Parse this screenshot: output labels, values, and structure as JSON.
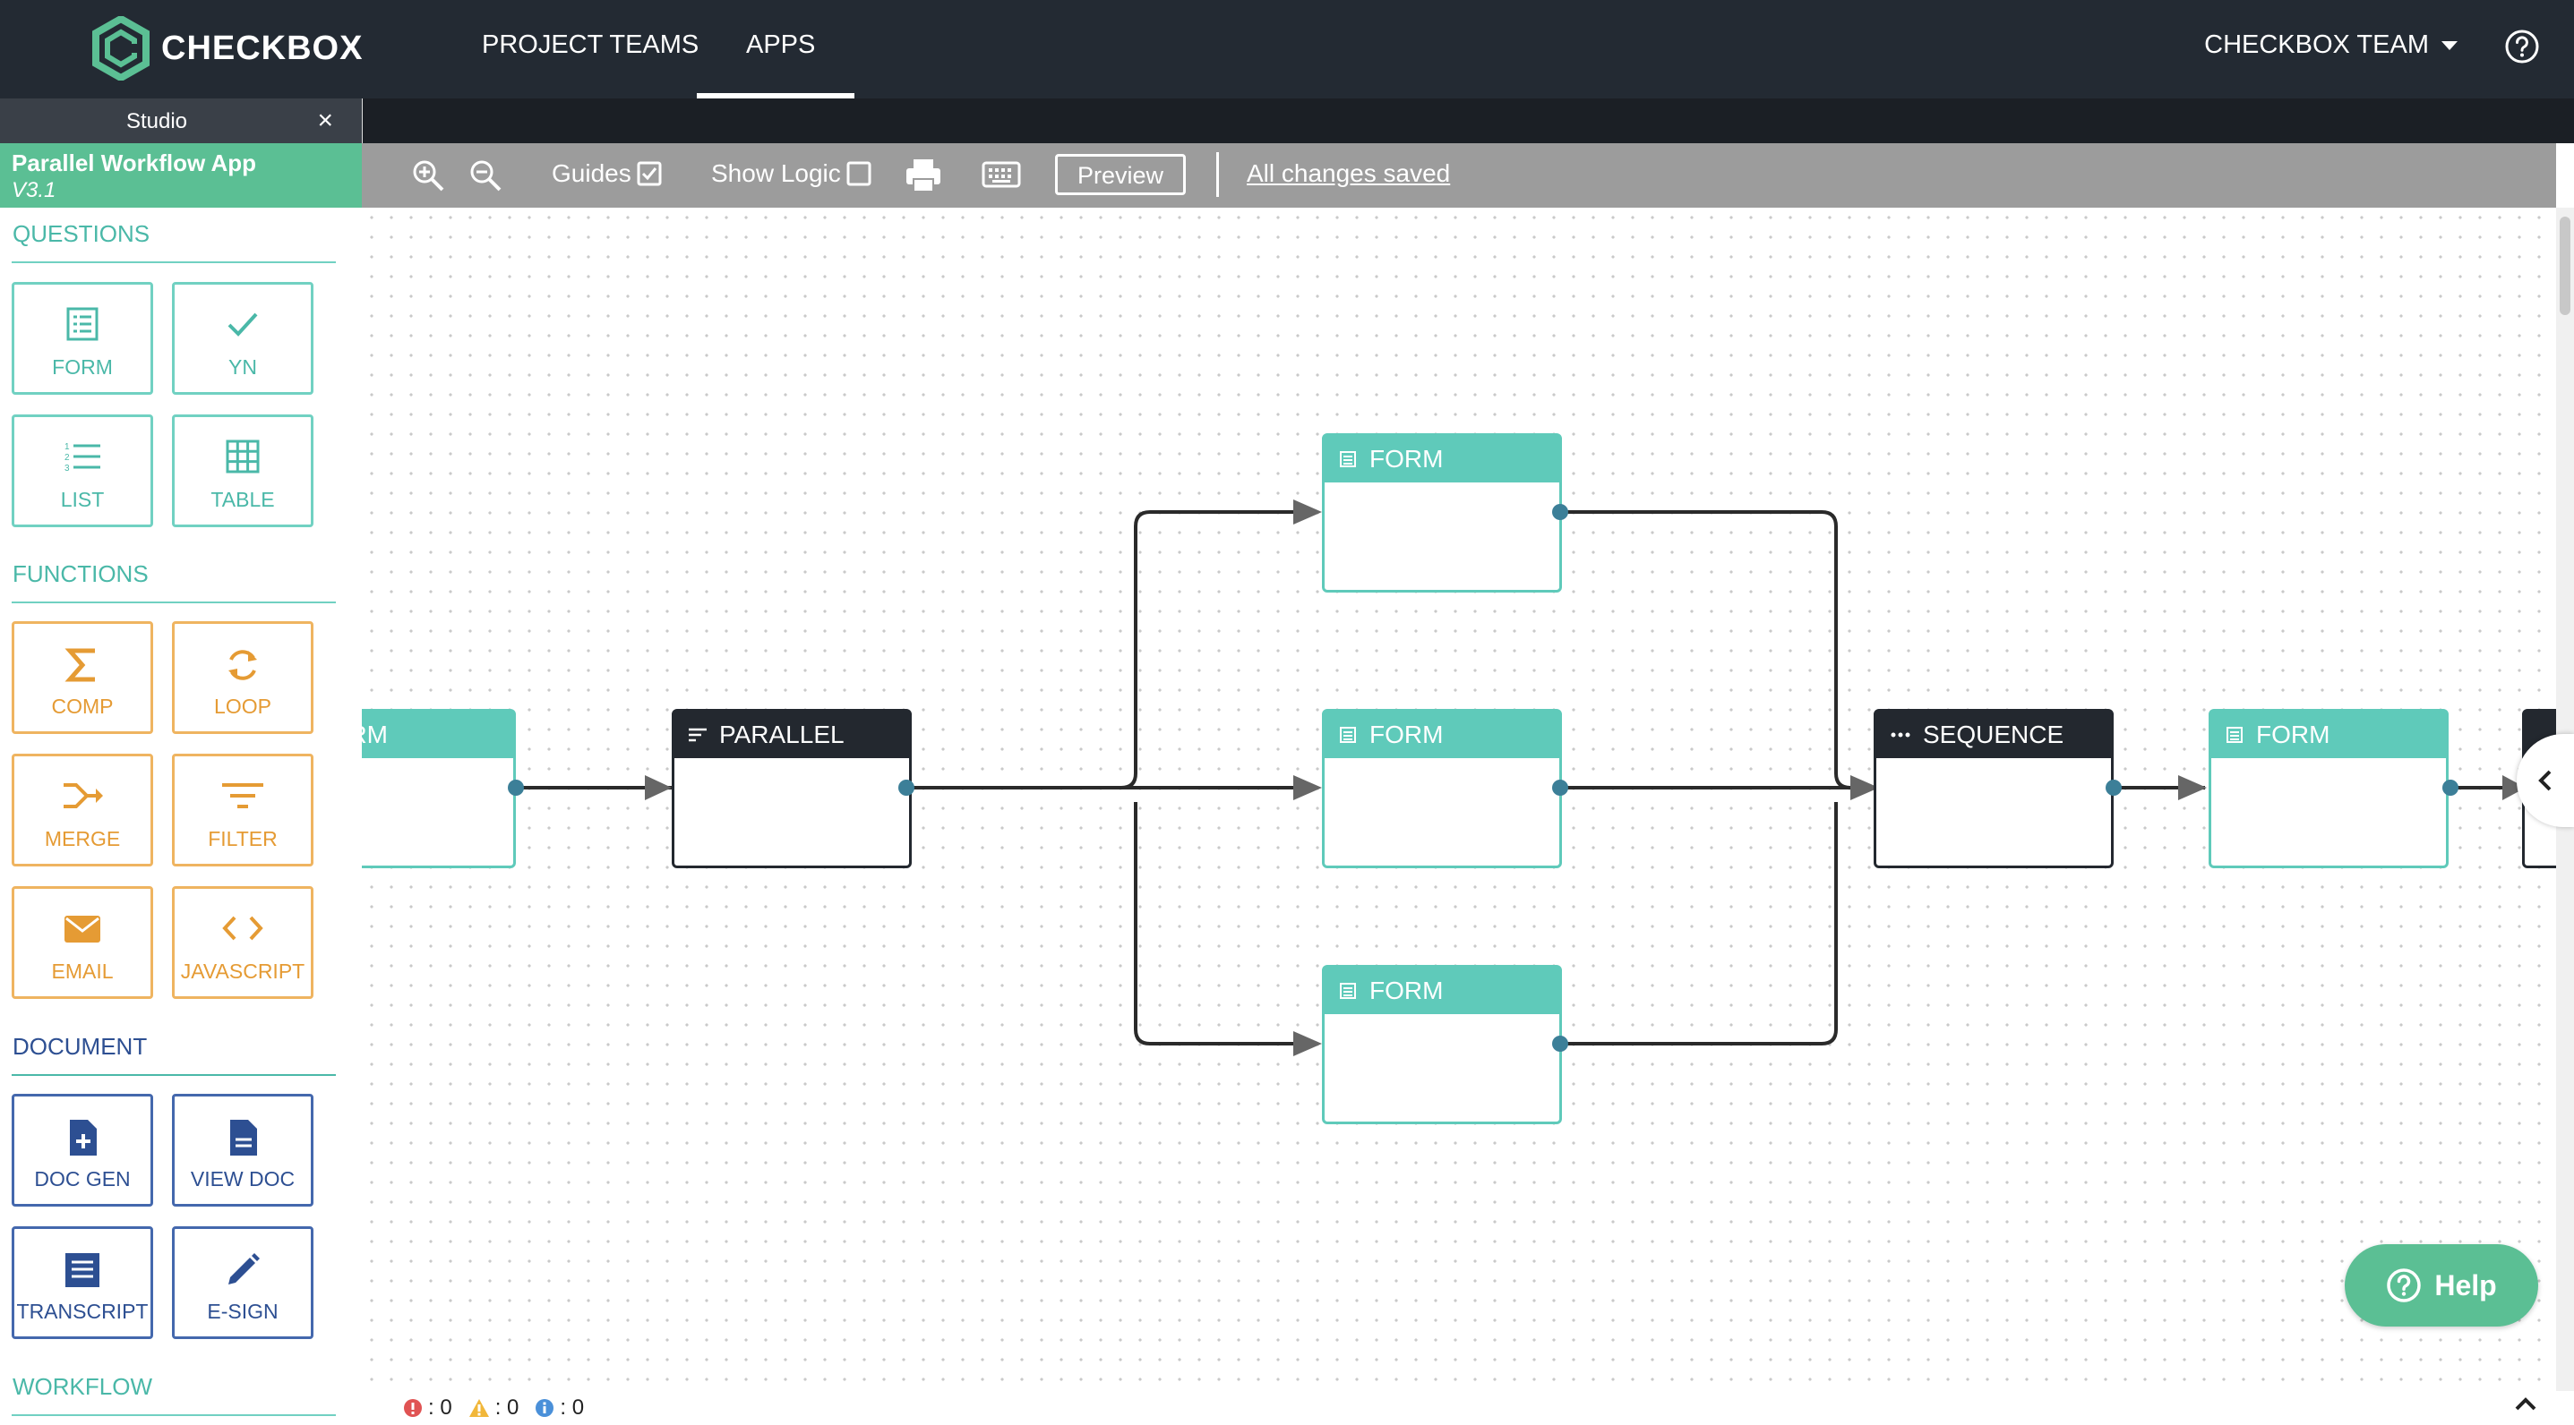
{
  "nav": {
    "brand": "CHECKBOX",
    "items": [
      {
        "label": "PROJECT TEAMS"
      },
      {
        "label": "APPS",
        "active": true
      }
    ],
    "team": "CHECKBOX TEAM"
  },
  "studio": {
    "title": "Studio",
    "close": "×",
    "app_name": "Parallel Workflow App",
    "app_version": "V3.1"
  },
  "palette": {
    "questions": {
      "title": "QUESTIONS",
      "items": [
        {
          "label": "FORM",
          "icon": "form-icon"
        },
        {
          "label": "YN",
          "icon": "check-icon"
        },
        {
          "label": "LIST",
          "icon": "list-icon"
        },
        {
          "label": "TABLE",
          "icon": "table-icon"
        }
      ]
    },
    "functions": {
      "title": "FUNCTIONS",
      "items": [
        {
          "label": "COMP",
          "icon": "sigma-icon"
        },
        {
          "label": "LOOP",
          "icon": "loop-icon"
        },
        {
          "label": "MERGE",
          "icon": "merge-icon"
        },
        {
          "label": "FILTER",
          "icon": "filter-icon"
        },
        {
          "label": "EMAIL",
          "icon": "email-icon"
        },
        {
          "label": "JAVASCRIPT",
          "icon": "code-icon"
        }
      ]
    },
    "document": {
      "title": "DOCUMENT",
      "items": [
        {
          "label": "DOC GEN",
          "icon": "doc-add-icon"
        },
        {
          "label": "VIEW DOC",
          "icon": "doc-view-icon"
        },
        {
          "label": "TRANSCRIPT",
          "icon": "transcript-icon"
        },
        {
          "label": "E-SIGN",
          "icon": "pen-icon"
        }
      ]
    },
    "workflow": {
      "title": "WORKFLOW"
    }
  },
  "toolbar": {
    "guides_label": "Guides",
    "guides_checked": true,
    "show_logic_label": "Show Logic",
    "show_logic_checked": false,
    "preview_label": "Preview",
    "status": "All changes saved"
  },
  "canvas": {
    "nodes": {
      "partial_form": "RM",
      "parallel": "PARALLEL",
      "form_top": "FORM",
      "form_mid": "FORM",
      "form_bottom": "FORM",
      "sequence": "SEQUENCE",
      "form_right": "FORM"
    }
  },
  "status_bar": {
    "errors": ": 0",
    "warnings": ": 0",
    "info": ": 0"
  },
  "help_label": "Help",
  "colors": {
    "nav_bg": "#232a33",
    "accent_green": "#5bbf94",
    "teal": "#5fcaba",
    "orange": "#efb460",
    "blue": "#4468ad",
    "port": "#3c7f98"
  }
}
